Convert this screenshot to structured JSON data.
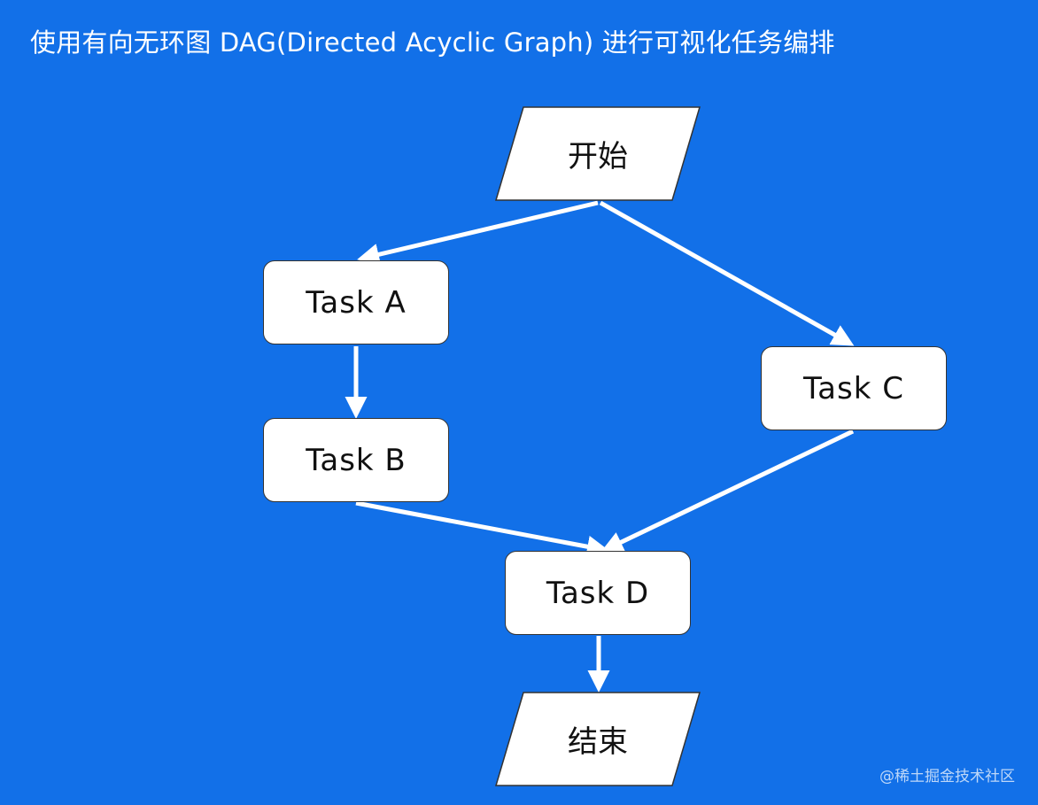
{
  "title": "使用有向无环图 DAG(Directed Acyclic Graph) 进行可视化任务编排",
  "nodes": {
    "start": "开始",
    "task_a": "Task A",
    "task_b": "Task B",
    "task_c": "Task C",
    "task_d": "Task D",
    "end": "结束"
  },
  "edges": [
    {
      "from": "start",
      "to": "task_a"
    },
    {
      "from": "start",
      "to": "task_c"
    },
    {
      "from": "task_a",
      "to": "task_b"
    },
    {
      "from": "task_b",
      "to": "task_d"
    },
    {
      "from": "task_c",
      "to": "task_d"
    },
    {
      "from": "task_d",
      "to": "end"
    }
  ],
  "watermark": "@稀土掘金技术社区",
  "colors": {
    "background": "#1270E8",
    "edge": "#FFFFFF",
    "node_fill": "#FFFFFF",
    "node_border": "#333333"
  }
}
